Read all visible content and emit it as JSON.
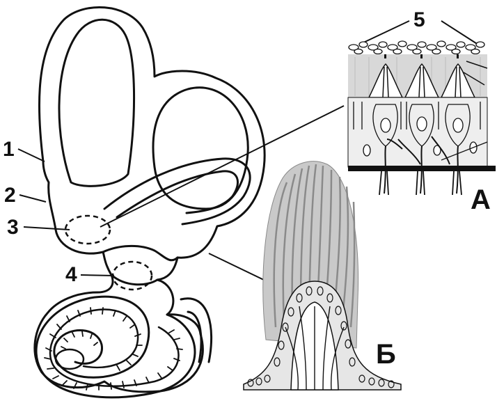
{
  "labels": {
    "n1": "1",
    "n2": "2",
    "n3": "3",
    "n4": "4",
    "n5": "5",
    "panel_a": "А",
    "panel_b": "Б"
  },
  "colors": {
    "ink": "#111111",
    "background": "#ffffff",
    "shade": "#9a9a9a",
    "light_shade": "#d8d8d8"
  }
}
